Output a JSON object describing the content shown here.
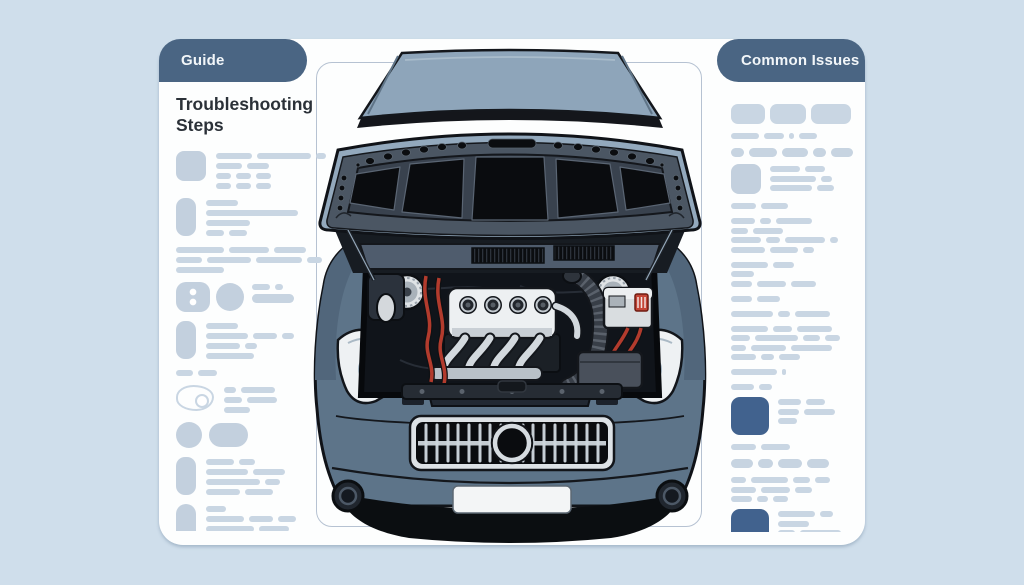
{
  "page": {
    "background_color": "#cfdeeb"
  },
  "card": {
    "background_color": "#fdfefe"
  },
  "tabs": [
    {
      "id": "guide",
      "label": "Guide"
    },
    {
      "id": "common-issues",
      "label": "Common Issues"
    }
  ],
  "tab_color": "#4a6583",
  "left_panel": {
    "title": "Troubleshooting Steps",
    "groups": [
      {
        "icon": "square",
        "icon_name": "thumbnail-icon",
        "rows": [
          {
            "t": "bar",
            "w": [
              36,
              54,
              10
            ]
          },
          {
            "t": "bar",
            "w": [
              26,
              22
            ]
          },
          {
            "t": "bar",
            "w": [
              15,
              15,
              15
            ]
          },
          {
            "t": "bar",
            "w": [
              15,
              15,
              15
            ]
          }
        ]
      },
      {
        "icon": "tall",
        "icon_name": "step-accent-bar",
        "rows": [
          {
            "t": "bar",
            "w": [
              32
            ]
          },
          {
            "t": "bar",
            "w": [
              92
            ]
          },
          {
            "t": "bar",
            "w": [
              44
            ]
          },
          {
            "t": "bar",
            "w": [
              18,
              18
            ]
          }
        ]
      },
      {
        "icon": "none",
        "icon_name": "",
        "rows": [
          {
            "t": "bar",
            "w": [
              48,
              40,
              32
            ]
          },
          {
            "t": "bar",
            "w": [
              26,
              44,
              46,
              15
            ]
          },
          {
            "t": "bar",
            "w": [
              48
            ]
          }
        ]
      },
      {
        "icon": "duo",
        "icon_name": "media-pair-icon",
        "rows": [
          {
            "t": "bar",
            "w": [
              18,
              8
            ]
          },
          {
            "t": "pill",
            "w": [
              42
            ]
          }
        ]
      },
      {
        "icon": "tall",
        "icon_name": "step-accent-bar",
        "rows": [
          {
            "t": "bar",
            "w": [
              32
            ]
          },
          {
            "t": "bar",
            "w": [
              42,
              24,
              12
            ]
          },
          {
            "t": "bar",
            "w": [
              34,
              12
            ]
          },
          {
            "t": "bar",
            "w": [
              48
            ]
          }
        ]
      },
      {
        "icon": "none",
        "icon_name": "",
        "rows": [
          {
            "t": "bar",
            "w": [
              17,
              19
            ]
          }
        ]
      },
      {
        "icon": "outline",
        "icon_name": "sketch-annotation-icon",
        "rows": [
          {
            "t": "bar",
            "w": [
              12,
              34
            ]
          },
          {
            "t": "bar",
            "w": [
              18,
              30
            ]
          },
          {
            "t": "bar",
            "w": [
              26
            ]
          }
        ]
      },
      {
        "icon": "duo2",
        "icon_name": "avatar-pill-icon",
        "rows": []
      },
      {
        "icon": "tall",
        "icon_name": "step-accent-bar",
        "rows": [
          {
            "t": "bar",
            "w": [
              28,
              16
            ]
          },
          {
            "t": "bar",
            "w": [
              42,
              32
            ]
          },
          {
            "t": "bar",
            "w": [
              54,
              15
            ]
          },
          {
            "t": "bar",
            "w": [
              34,
              28
            ]
          }
        ]
      },
      {
        "icon": "tall2",
        "icon_name": "step-accent-bar",
        "rows": [
          {
            "t": "bar",
            "w": [
              20
            ]
          },
          {
            "t": "bar",
            "w": [
              38,
              24,
              18
            ]
          },
          {
            "t": "bar",
            "w": [
              48,
              30
            ]
          },
          {
            "t": "bar",
            "w": [
              32,
              17,
              10
            ]
          },
          {
            "t": "bar",
            "w": [
              19
            ]
          }
        ]
      }
    ]
  },
  "right_panel": {
    "groups": [
      {
        "icon": "none",
        "icon_name": "",
        "rows": [
          {
            "t": "chip",
            "w": [
              34,
              36,
              40
            ]
          }
        ]
      },
      {
        "icon": "none",
        "icon_name": "",
        "rows": [
          {
            "t": "bar",
            "w": [
              28,
              20,
              5,
              18
            ]
          }
        ]
      },
      {
        "icon": "none",
        "icon_name": "",
        "rows": [
          {
            "t": "pill",
            "w": [
              13,
              28,
              26,
              13,
              22
            ]
          }
        ]
      },
      {
        "icon": "square",
        "icon_name": "thumbnail-icon",
        "rows": [
          {
            "t": "bar",
            "w": [
              30,
              20
            ]
          },
          {
            "t": "bar",
            "w": [
              46,
              11
            ]
          },
          {
            "t": "bar",
            "w": [
              42,
              17
            ]
          }
        ]
      },
      {
        "icon": "none",
        "icon_name": "",
        "rows": [
          {
            "t": "bar",
            "w": [
              25,
              27
            ]
          }
        ]
      },
      {
        "icon": "none",
        "icon_name": "",
        "rows": [
          {
            "t": "bar",
            "w": [
              24,
              11,
              36
            ]
          },
          {
            "t": "bar",
            "w": [
              17,
              30
            ]
          },
          {
            "t": "bar",
            "w": [
              30,
              14,
              40,
              8
            ]
          },
          {
            "t": "bar",
            "w": [
              34,
              28,
              11
            ]
          }
        ]
      },
      {
        "icon": "none",
        "icon_name": "",
        "rows": [
          {
            "t": "bar",
            "w": [
              37,
              21
            ]
          },
          {
            "t": "bar",
            "w": [
              23
            ]
          },
          {
            "t": "bar",
            "w": [
              21,
              29,
              25
            ]
          }
        ]
      },
      {
        "icon": "none",
        "icon_name": "",
        "rows": [
          {
            "t": "bar",
            "w": [
              21,
              23
            ]
          }
        ]
      },
      {
        "icon": "none",
        "icon_name": "",
        "rows": [
          {
            "t": "bar",
            "w": [
              42,
              12,
              35
            ]
          }
        ]
      },
      {
        "icon": "none",
        "icon_name": "",
        "rows": [
          {
            "t": "bar",
            "w": [
              37,
              19,
              35
            ]
          },
          {
            "t": "bar",
            "w": [
              19,
              43,
              17,
              15
            ]
          },
          {
            "t": "bar",
            "w": [
              15,
              35,
              41
            ]
          },
          {
            "t": "bar",
            "w": [
              25,
              13,
              21
            ]
          }
        ]
      },
      {
        "icon": "none",
        "icon_name": "",
        "rows": [
          {
            "t": "bar",
            "w": [
              46,
              4
            ]
          }
        ]
      },
      {
        "icon": "none",
        "icon_name": "",
        "rows": [
          {
            "t": "bar",
            "w": [
              23,
              13
            ]
          }
        ]
      },
      {
        "icon": "dark",
        "icon_name": "feature-icon",
        "rows": [
          {
            "t": "bar",
            "w": [
              23,
              19
            ]
          },
          {
            "t": "bar",
            "w": [
              21,
              31
            ]
          },
          {
            "t": "bar",
            "w": [
              19
            ]
          }
        ]
      },
      {
        "icon": "none",
        "icon_name": "",
        "rows": [
          {
            "t": "bar",
            "w": [
              25,
              29
            ]
          }
        ]
      },
      {
        "icon": "none",
        "icon_name": "",
        "rows": [
          {
            "t": "pill",
            "w": [
              22,
              15,
              24,
              22
            ]
          }
        ]
      },
      {
        "icon": "none",
        "icon_name": "",
        "rows": [
          {
            "t": "bar",
            "w": [
              15,
              37,
              17,
              15
            ]
          },
          {
            "t": "bar",
            "w": [
              25,
              29,
              17
            ]
          },
          {
            "t": "bar",
            "w": [
              21,
              11,
              15
            ]
          }
        ]
      },
      {
        "icon": "dark",
        "icon_name": "feature-icon",
        "rows": [
          {
            "t": "bar",
            "w": [
              37,
              13
            ]
          },
          {
            "t": "bar",
            "w": [
              31
            ]
          },
          {
            "t": "bar",
            "w": [
              17,
              41
            ]
          },
          {
            "t": "bar",
            "w": [
              19
            ]
          }
        ]
      },
      {
        "icon": "none",
        "icon_name": "",
        "rows": [
          {
            "t": "bar",
            "w": [
              31,
              31,
              15
            ]
          },
          {
            "t": "bar",
            "w": [
              25,
              17
            ]
          }
        ]
      }
    ]
  },
  "skeleton_colors": {
    "bar": "#c9d6e3",
    "icon": "#c3d0de",
    "dark_icon": "#41628e"
  },
  "illustration": {
    "description": "Front view of a car with hood raised showing the engine bay",
    "parts": [
      "roof",
      "windshield",
      "open-hood-underside",
      "side-mirrors",
      "cowl-vents",
      "engine-bay",
      "valve-cover",
      "intake-runners",
      "corrugated-hose",
      "battery",
      "strut-towers",
      "headlights",
      "chrome-grille",
      "round-emblem",
      "license-plate",
      "fog-lights",
      "bumper"
    ],
    "colors": {
      "body": "#5d7489",
      "roof": "#8ea5ba",
      "hood_underside": "#4b5663",
      "dark_trim": "#0c0e11",
      "engine_white": "#edf0f2",
      "chrome": "#d6dce1",
      "cable_red": "#b23b2d",
      "frame_border": "#b6c2d2"
    }
  }
}
